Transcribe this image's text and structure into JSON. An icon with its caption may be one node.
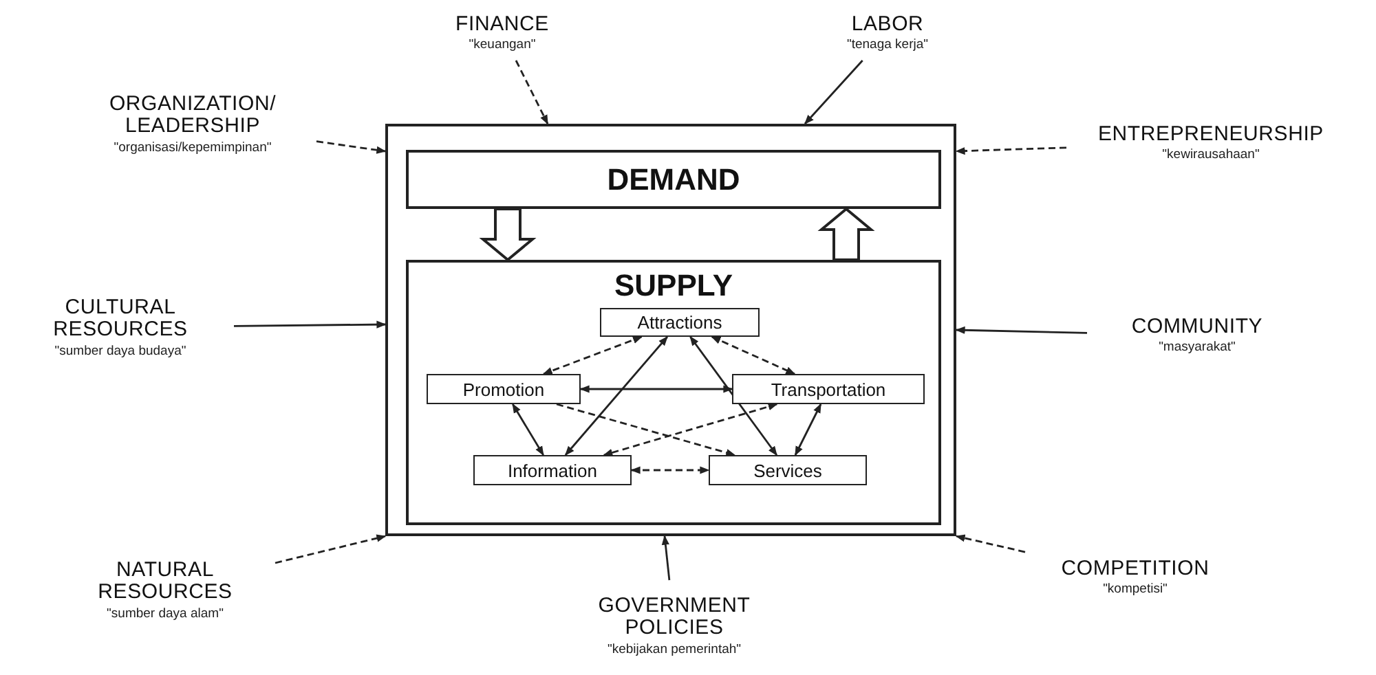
{
  "diagram": {
    "nodes": [
      {
        "text": [],
        "shape": "box"
      },
      {
        "text": [
          "DEMAND"
        ],
        "in": 0
      },
      {
        "text": [
          "SUPPLY"
        ],
        "in": 0
      },
      {
        "text": [
          "Attractions"
        ],
        "in": 2
      },
      {
        "text": [
          "Promotion"
        ],
        "in": 2
      },
      {
        "text": [
          "Transportation"
        ],
        "in": 2
      },
      {
        "text": [
          "Information"
        ],
        "in": 2
      },
      {
        "text": [
          "Services"
        ],
        "in": 2
      },
      {
        "text": [
          "FINANCE",
          "\"keuangan\""
        ]
      },
      {
        "text": [
          "LABOR",
          "\"tenaga kerja\""
        ]
      },
      {
        "text": [
          "ORGANIZATION/ LEADERSHIP",
          "\"organisasi/kepemimpinan\""
        ]
      },
      {
        "text": [
          "ENTREPRENEURSHIP",
          "\"kewirausahaan\""
        ]
      },
      {
        "text": [
          "CULTURAL RESOURCES",
          "\"sumber daya budaya\""
        ]
      },
      {
        "text": [
          "COMMUNITY",
          "\"masyarakat\""
        ]
      },
      {
        "text": [
          "NATURAL RESOURCES",
          "\"sumber daya alam\""
        ]
      },
      {
        "text": [
          "GOVERNMENT POLICIES",
          "\"kebijakan pemerintah\""
        ]
      },
      {
        "text": [
          "COMPETITION",
          "\"kompetisi\""
        ]
      }
    ],
    "edges": [
      {
        "from": 8,
        "to": 0,
        "arrow": "to",
        "style": "dashed"
      },
      {
        "from": 9,
        "to": 0,
        "arrow": "to"
      },
      {
        "from": 10,
        "to": 0,
        "arrow": "to",
        "style": "dashed"
      },
      {
        "from": 11,
        "to": 0,
        "arrow": "to",
        "style": "dashed"
      },
      {
        "from": 12,
        "to": 0,
        "arrow": "to"
      },
      {
        "from": 13,
        "to": 0,
        "arrow": "to"
      },
      {
        "from": 14,
        "to": 0,
        "arrow": "to",
        "style": "dashed"
      },
      {
        "from": 15,
        "to": 0,
        "arrow": "to"
      },
      {
        "from": 16,
        "to": 0,
        "arrow": "to",
        "style": "dashed"
      },
      {
        "from": 1,
        "to": 2,
        "arrow": "to",
        "style": "thick"
      },
      {
        "from": 2,
        "to": 1,
        "arrow": "to",
        "style": "thick"
      },
      {
        "from": 3,
        "to": 4,
        "arrow": "both",
        "style": "dashed"
      },
      {
        "from": 3,
        "to": 5,
        "arrow": "both",
        "style": "dashed"
      },
      {
        "from": 3,
        "to": 6,
        "arrow": "both"
      },
      {
        "from": 3,
        "to": 7,
        "arrow": "both"
      },
      {
        "from": 4,
        "to": 5,
        "arrow": "both"
      },
      {
        "from": 4,
        "to": 6,
        "arrow": "both"
      },
      {
        "from": 4,
        "to": 7,
        "arrow": "to",
        "style": "dashed"
      },
      {
        "from": 5,
        "to": 6,
        "arrow": "both",
        "style": "dashed"
      },
      {
        "from": 5,
        "to": 7,
        "arrow": "both"
      },
      {
        "from": 6,
        "to": 7,
        "arrow": "both",
        "style": "dashed"
      }
    ]
  }
}
